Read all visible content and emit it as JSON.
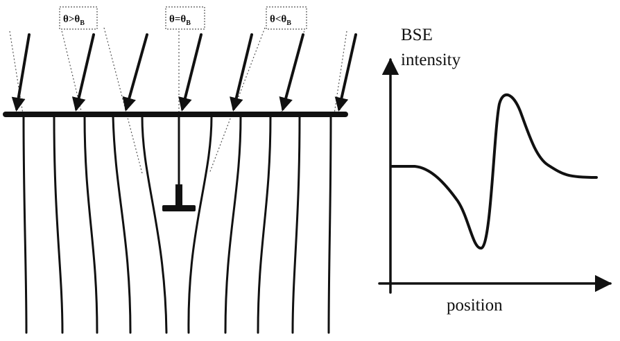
{
  "conditions": [
    {
      "label": "θ>θ",
      "subscript": "B"
    },
    {
      "label": "θ=θ",
      "subscript": "B"
    },
    {
      "label": "θ<θ",
      "subscript": "B"
    }
  ],
  "plot": {
    "y_label_line1": "BSE",
    "y_label_line2": "intensity",
    "x_label": "position"
  },
  "colors": {
    "ink": "#111111",
    "guide": "#555555",
    "background": "#ffffff"
  }
}
